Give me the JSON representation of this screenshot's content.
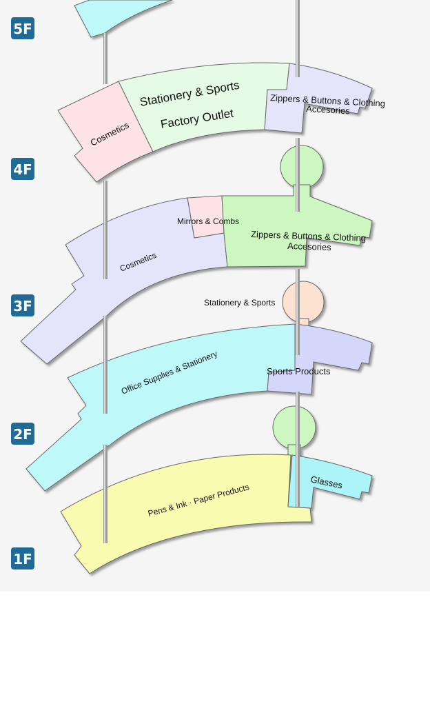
{
  "floors": [
    {
      "label": "5F"
    },
    {
      "label": "4F",
      "stores": [
        "Cosmetics",
        "Stationery & Sports",
        "Factory Outlet",
        "Zippers & Buttons & Clothing",
        "Accesories"
      ]
    },
    {
      "label": "3F",
      "stores": [
        "Cosmetics",
        "Mirrors & Combs",
        "Zippers & Buttons & Clothing",
        "Accesories",
        "Stationery & Sports"
      ]
    },
    {
      "label": "2F",
      "stores": [
        "Office Supplies & Stationery",
        "Sports Products"
      ]
    },
    {
      "label": "1F",
      "stores": [
        "Pens & Ink · Paper Products",
        "Glasses"
      ]
    }
  ],
  "colors": {
    "badge": "#1f6a96",
    "cyan": "#bff8f8",
    "pink": "#fde3e6",
    "mint": "#e6fbe6",
    "lavender": "#e4e4fb",
    "green": "#ccf7c0",
    "peach": "#fde2d2",
    "periwinkle": "#d3d8fb",
    "yellow": "#f8fbb0",
    "aqua": "#acf4f8"
  }
}
